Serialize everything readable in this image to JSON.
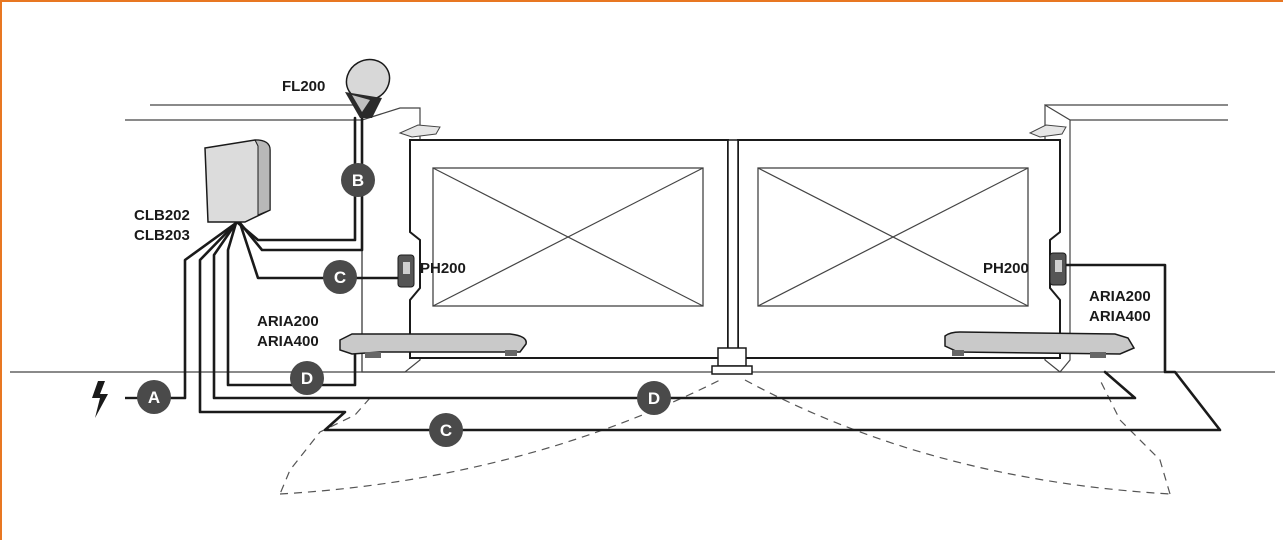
{
  "diagram": {
    "labels": {
      "flashing_light": "FL200",
      "control_unit_1": "CLB202",
      "control_unit_2": "CLB203",
      "photocell_left": "PH200",
      "photocell_right": "PH200",
      "motor_left_1": "ARIA200",
      "motor_left_2": "ARIA400",
      "motor_right_1": "ARIA200",
      "motor_right_2": "ARIA400"
    },
    "cable_badges": {
      "power": "A",
      "flasher": "B",
      "photocell_left": "C",
      "photocell_right": "C",
      "motor_left": "D",
      "motor_right": "D"
    },
    "accent_color": "#e87722",
    "badge_color": "#4a4a4a"
  }
}
